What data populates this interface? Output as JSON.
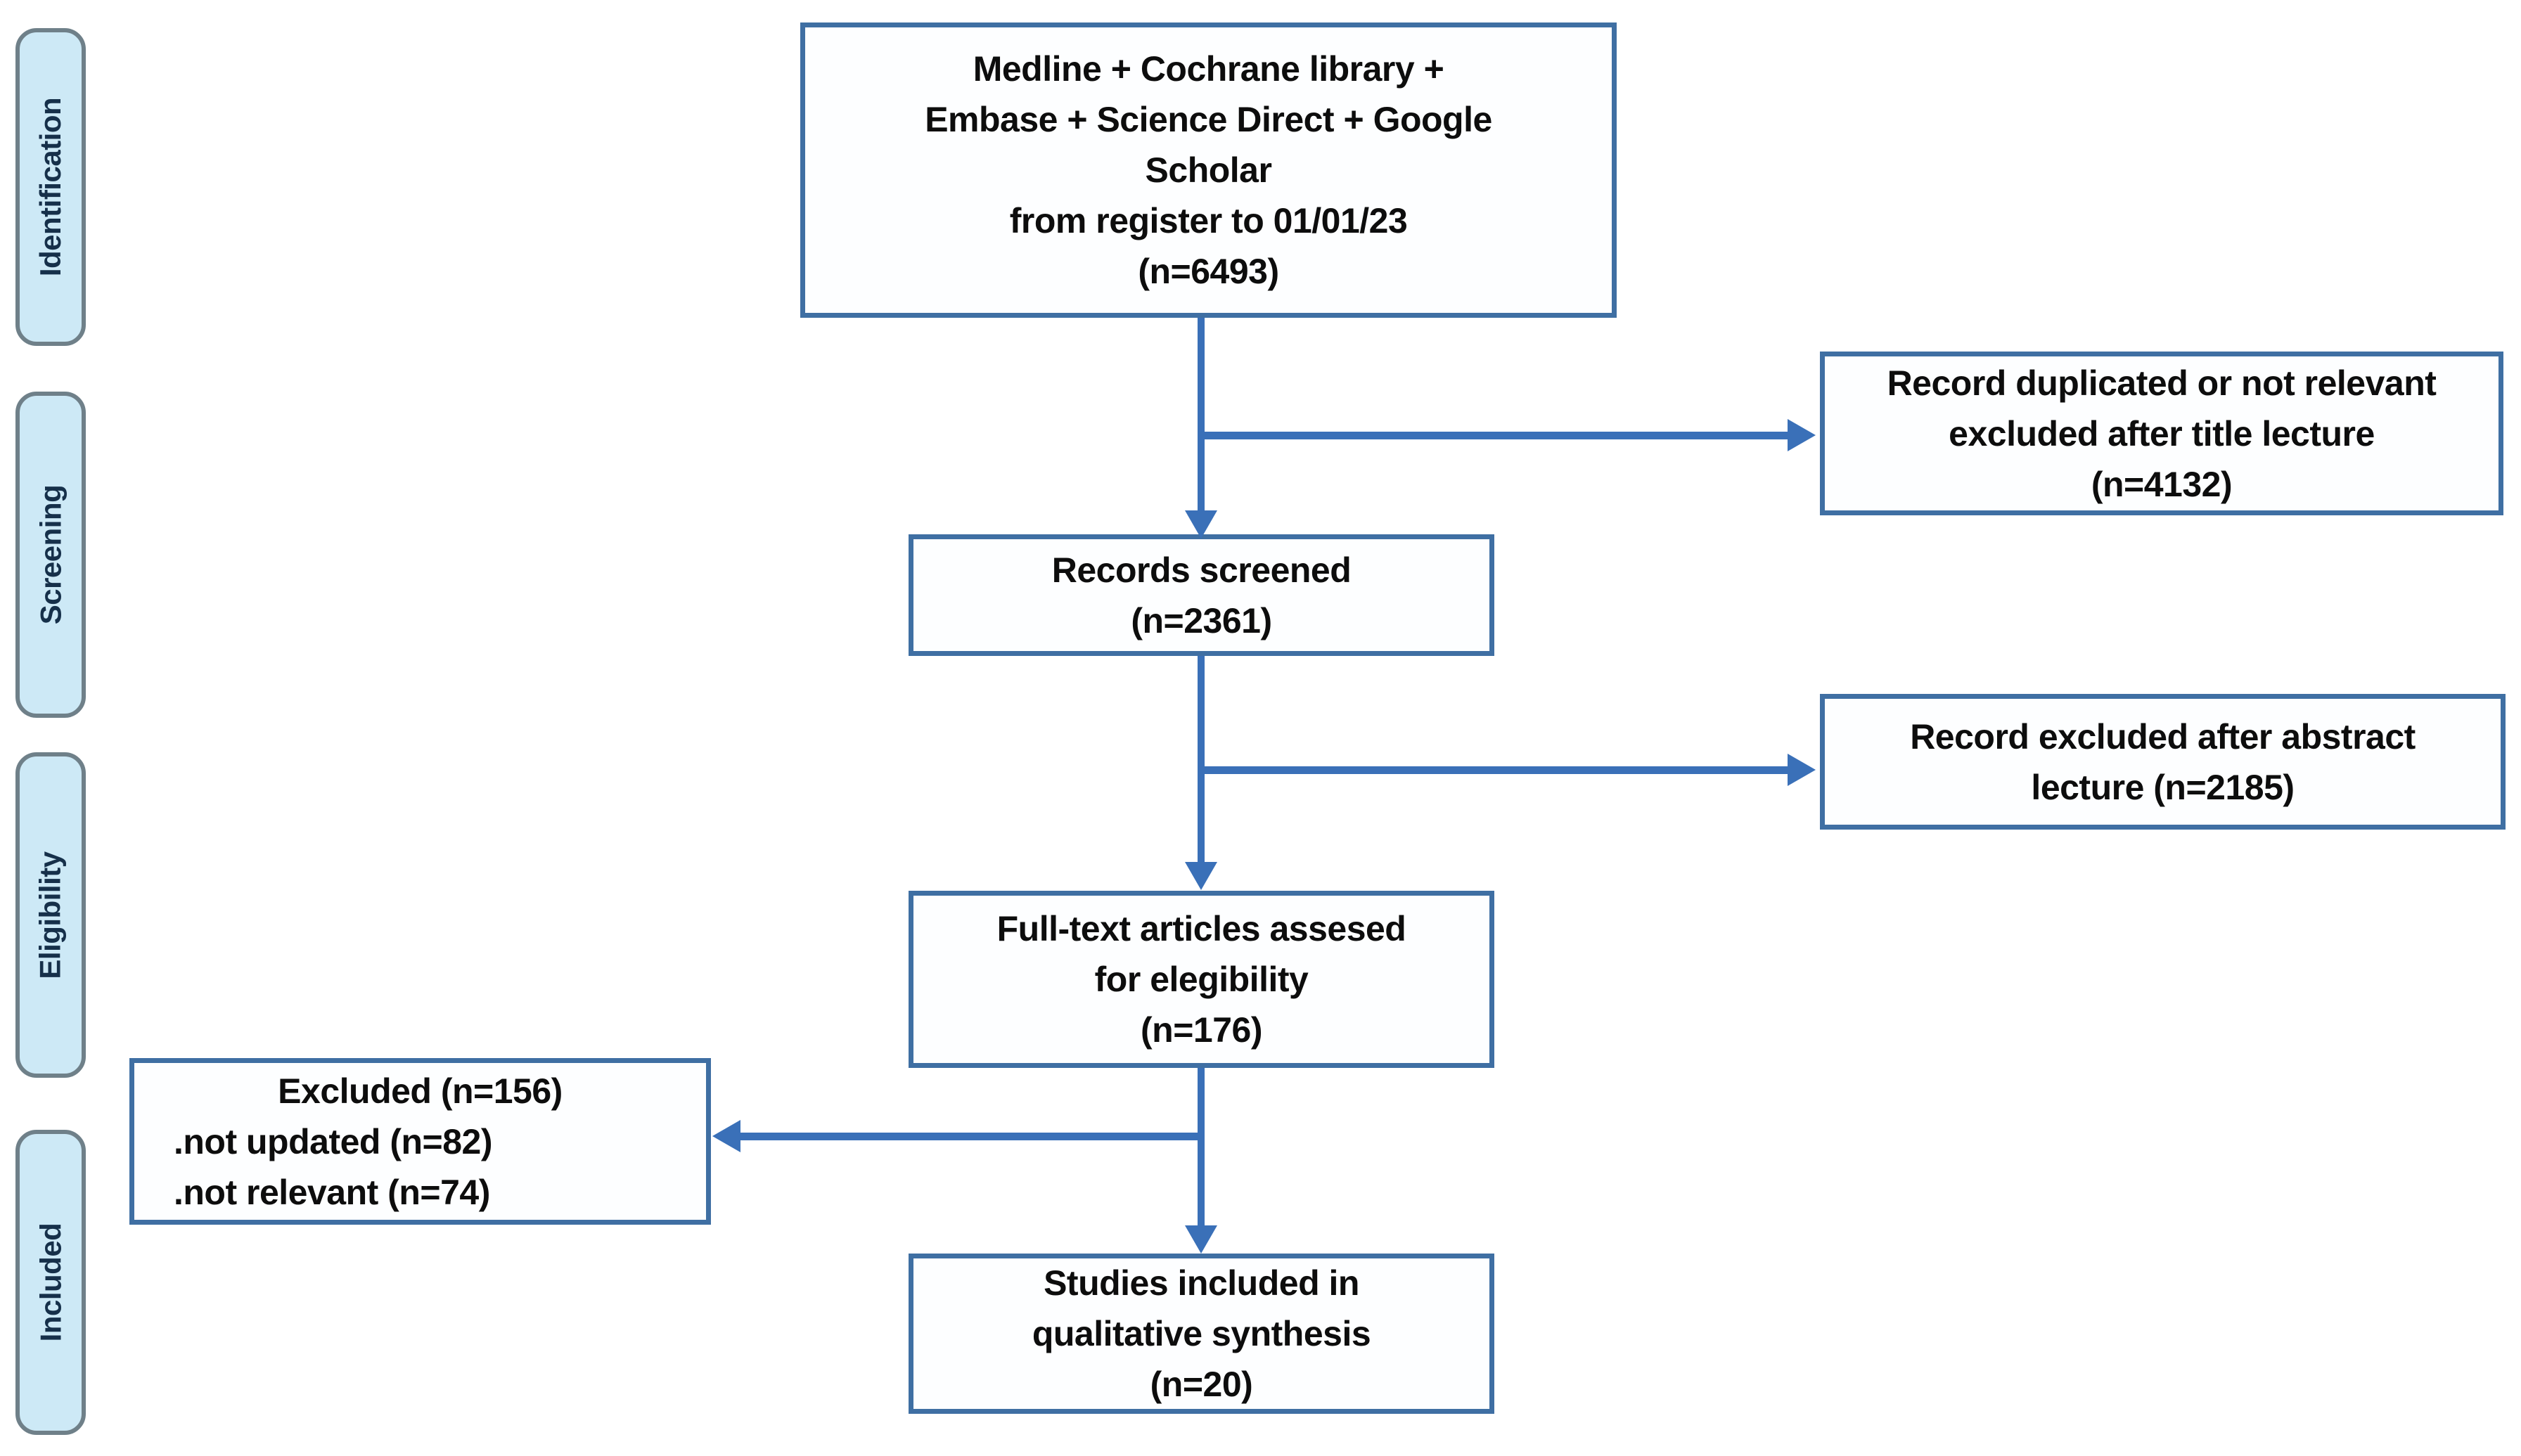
{
  "diagram": {
    "type": "prisma-flow",
    "sidebar": {
      "stages": [
        "Identification",
        "Screening",
        "Eligibility",
        "Included"
      ]
    },
    "boxes": {
      "sources": {
        "lines": [
          "Medline + Cochrane library +",
          "Embase + Science Direct + Google",
          "Scholar",
          "from register to 01/01/23",
          "(n=6493)"
        ]
      },
      "title_excluded": {
        "lines": [
          "Record duplicated or not relevant",
          "excluded after title lecture",
          "(n=4132)"
        ]
      },
      "screened": {
        "lines": [
          "Records screened",
          "(n=2361)"
        ]
      },
      "abstract_excluded": {
        "lines": [
          "Record excluded after abstract",
          "lecture (n=2185)"
        ]
      },
      "fulltext": {
        "lines": [
          "Full-text articles assesed",
          "for elegibility",
          "(n=176)"
        ]
      },
      "excluded": {
        "lines": [
          "Excluded (n=156)",
          ".not updated (n=82)",
          ".not relevant (n=74)"
        ]
      },
      "studies": {
        "lines": [
          "Studies included in",
          "qualitative synthesis",
          "(n=20)"
        ]
      }
    },
    "counts": {
      "records_identified": 6493,
      "excluded_after_title": 4132,
      "records_screened": 2361,
      "excluded_after_abstract": 2185,
      "fulltext_assessed": 176,
      "fulltext_excluded": 156,
      "not_updated": 82,
      "not_relevant": 74,
      "studies_included": 20
    },
    "colors": {
      "arrow": "#3a70b8",
      "box_border": "#3f6fa3",
      "box_text": "#0d0d0d",
      "stage_fill": "#cde9f6",
      "stage_border": "#6f8089",
      "stage_text": "#16304a"
    }
  }
}
